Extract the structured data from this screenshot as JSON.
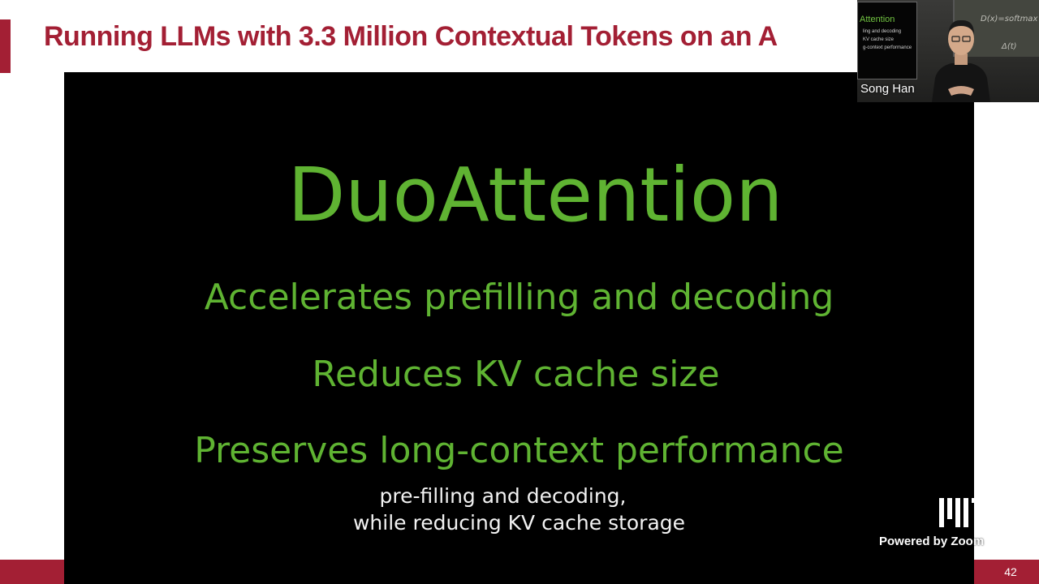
{
  "slide": {
    "title": "Running LLMs with 3.3 Million Contextual Tokens on an A",
    "page_number": "42",
    "accent_color": "#a31f34"
  },
  "video": {
    "headline": "DuoAttention",
    "bullets": [
      "Accelerates prefilling and decoding",
      "Reduces KV cache size",
      "Preserves long-context performance"
    ],
    "subtitle_lines": [
      "pre-filling and decoding,",
      "while reducing KV cache storage"
    ],
    "text_color": "#5fb332",
    "background_color": "#000000"
  },
  "participant": {
    "name": "Song Han",
    "screen_title": "Attention",
    "screen_lines": [
      "ling and decoding",
      "KV cache size",
      "g-context performance"
    ],
    "board_text": [
      "D(x)=softmax",
      "Δ(t)"
    ]
  },
  "watermark": {
    "logo": "mit-logo",
    "text": "Powered by Zoom"
  }
}
